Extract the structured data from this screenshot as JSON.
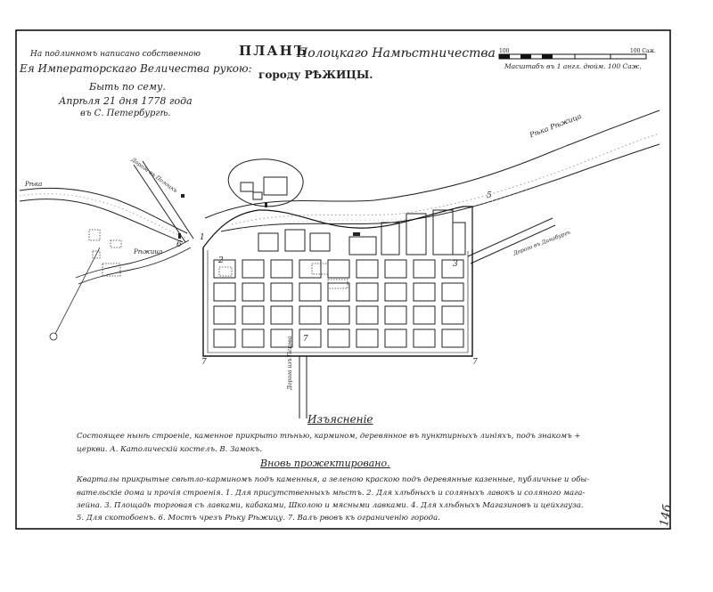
{
  "header": {
    "title_plan": "ПЛАНЪ",
    "title_region": "Полоцкаго Намѣстничества",
    "title_city": "городу РѢЖИЦЫ."
  },
  "approval_note": {
    "line1": "На подлинномъ написано собственною",
    "line2": "Ея Императорскаго Величества рукою:",
    "line3": "Быть по сему.",
    "line4": "Апрѣля 21 дня 1778 года",
    "line5": "въ С. Петербургѣ."
  },
  "scale_bar": {
    "caption": "Масштабъ въ 1 англ. дюйм. 100 Саж.",
    "left_tick": "100",
    "right_tick": "100 Саж."
  },
  "map_labels": {
    "river_upper": "Рѣка Рѣжица",
    "river_left": "Рѣка",
    "river_rezhitsa": "Рѣжица",
    "road_top": "Дорога въ Полоцкъ",
    "road_right": "Дорога въ Динабургъ",
    "road_bottom": "Дорога изъ Пскова"
  },
  "plan_numbers": {
    "n1_left": "1",
    "n2": "2",
    "n3": "3",
    "n5": "5",
    "n7_a": "7",
    "n7_b": "7",
    "n7_c": "7",
    "n6": "6"
  },
  "legend": {
    "heading": "Изъясненіе",
    "existing_1": "Состоящее нынѣ строеніе, каменное прикрыто тѣнью, кармином, деревянное въ пунктирныхъ линіяхъ, подъ знакомъ +",
    "existing_2": "церкви. А. Католическій костелъ. В. Замокъ.",
    "heading_2": "Вновь прожектировано.",
    "project_1": "Кварталы прикрытые свѣтло-карминомъ подъ каменныя, а зеленою краскою подъ деревянные казенные, публичные и обы-",
    "project_2": "вательскіе дома и прочія строенія. 1. Для присутственныхъ мѣстъ. 2. Для хлѣбныхъ и соляныхъ лавокъ и соляного мага-",
    "project_3": "зейна. 3. Площадь торговая съ лавками, кабаками, Школою и мясными лавками. 4. Для хлѣбныхъ Магазиновъ и цейхгауза.",
    "project_4": "5. Для скотобоенъ. 6. Мостъ чрезъ Рѣку Рѣжицу. 7. Валъ рвовъ къ ограниченію города."
  },
  "sheet_number": "14б"
}
